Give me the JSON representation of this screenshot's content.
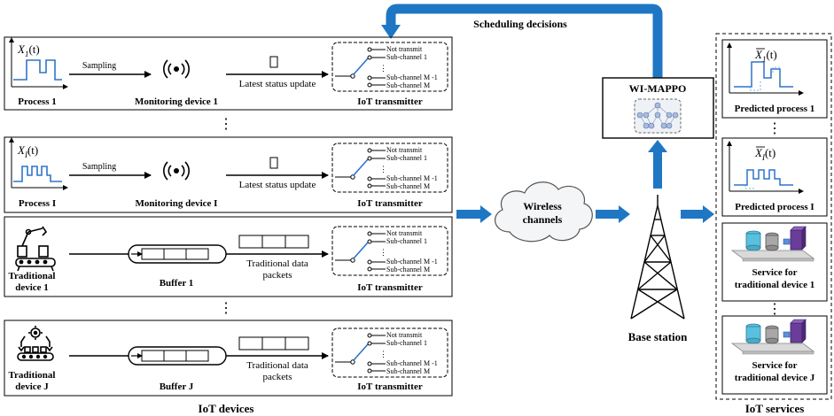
{
  "top": {
    "scheduling": "Scheduling decisions"
  },
  "process_rows": [
    {
      "signal_label": "X",
      "signal_sub": "1",
      "signal_arg": "(t)",
      "process": "Process 1",
      "sampling": "Sampling",
      "device": "Monitoring device 1",
      "status": "Latest status update",
      "transmitter": "IoT transmitter"
    },
    {
      "signal_label": "X",
      "signal_sub": "I",
      "signal_arg": "(t)",
      "process": "Process I",
      "sampling": "Sampling",
      "device": "Monitoring device I",
      "status": "Latest status update",
      "transmitter": "IoT transmitter"
    }
  ],
  "traditional_rows": [
    {
      "device_line1": "Traditional",
      "device_line2": "device 1",
      "buffer": "Buffer 1",
      "packets_line1": "Traditional data",
      "packets_line2": "packets",
      "transmitter": "IoT transmitter"
    },
    {
      "device_line1": "Traditional",
      "device_line2": "device J",
      "buffer": "Buffer J",
      "packets_line1": "Traditional data",
      "packets_line2": "packets",
      "transmitter": "IoT transmitter"
    }
  ],
  "switch": {
    "not_transmit": "Not transmit",
    "sub1": "Sub-channel 1",
    "dots": "⋮",
    "subM1": "Sub-channel M -1",
    "subM": "Sub-channel M"
  },
  "left_group": "IoT devices",
  "wireless": {
    "line1": "Wireless",
    "line2": "channels"
  },
  "wi_mappo": "WI-MAPPO",
  "base_station": "Base station",
  "services": [
    {
      "signal_label": "X",
      "signal_sub": "1",
      "signal_arg": "(t)",
      "label": "Predicted process 1"
    },
    {
      "signal_label": "X",
      "signal_sub": "I",
      "signal_arg": "(t)",
      "label": "Predicted process I"
    },
    {
      "label_line1": "Service for",
      "label_line2": "traditional device 1"
    },
    {
      "label_line1": "Service for",
      "label_line2": "traditional device J"
    }
  ],
  "right_group": "IoT services",
  "ellipsis": "⋮",
  "colors": {
    "accent_blue": "#1f77c4",
    "signal_blue": "#2e74c9",
    "arrow_blue": "#1f77c4"
  }
}
